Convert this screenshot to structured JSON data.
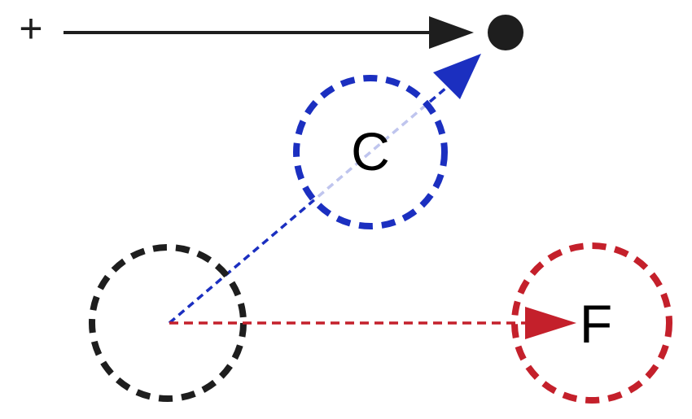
{
  "labels": {
    "plus": "+",
    "c": "C",
    "f": "F"
  },
  "colors": {
    "black": "#1e1e1e",
    "blue": "#1b2fc0",
    "red": "#c4202b",
    "background": "#ffffff"
  },
  "elements": {
    "origin_circle": "dashed-circle",
    "c_circle": "dashed-circle",
    "f_circle": "dashed-circle",
    "target": "filled-dot"
  }
}
